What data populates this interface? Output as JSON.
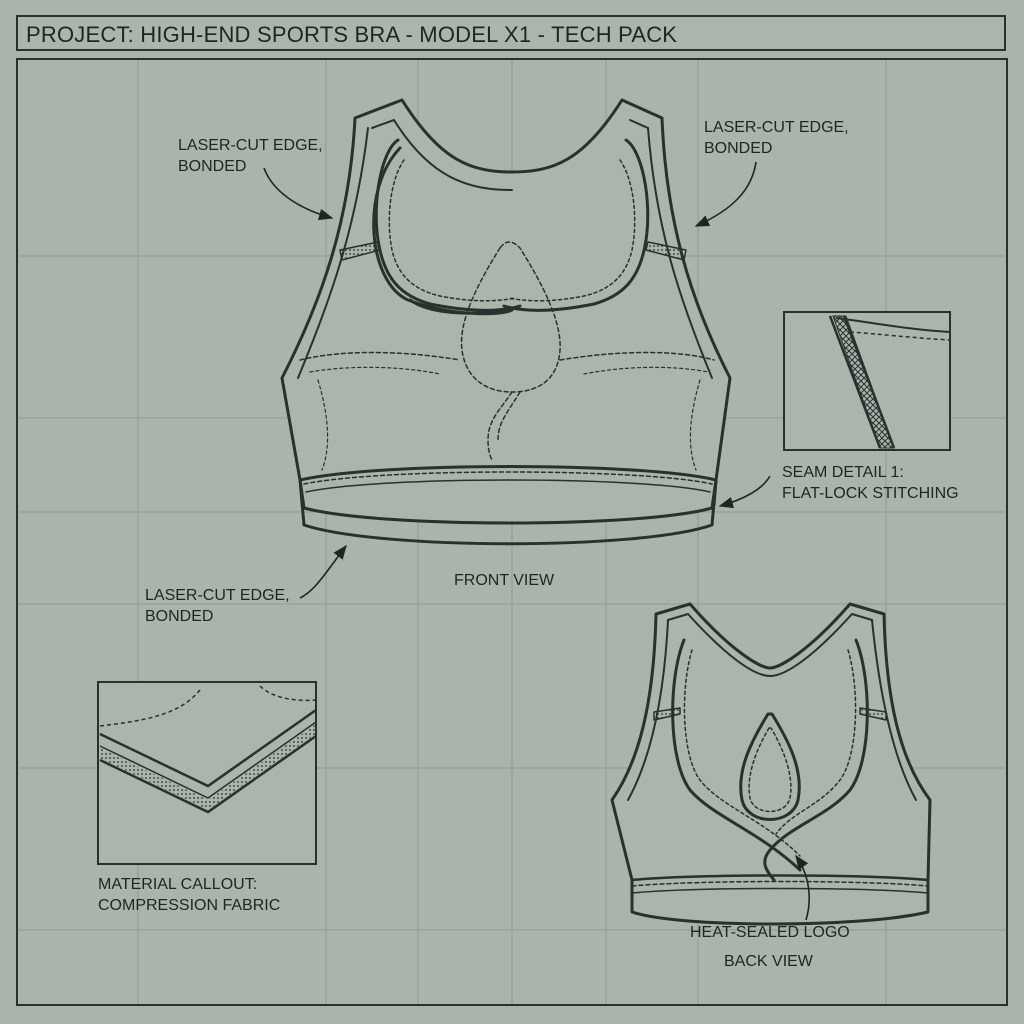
{
  "title": "PROJECT: HIGH-END SPORTS BRA - MODEL X1 - TECH PACK",
  "callouts": {
    "front_left_edge": [
      "LASER-CUT EDGE,",
      "BONDED"
    ],
    "front_right_edge": [
      "LASER-CUT EDGE,",
      "BONDED"
    ],
    "hem_edge": [
      "LASER-CUT EDGE,",
      "BONDED"
    ],
    "seam_detail": [
      "SEAM DETAIL 1:",
      "FLAT-LOCK STITCHING"
    ],
    "material": [
      "MATERIAL CALLOUT:",
      "COMPRESSION FABRIC"
    ],
    "logo": "HEAT-SEALED LOGO"
  },
  "views": {
    "front": "FRONT VIEW",
    "back": "BACK VIEW"
  },
  "colors": {
    "background": "#a9b4ab",
    "line": "#2a302e",
    "grid": "#8e9a92"
  }
}
